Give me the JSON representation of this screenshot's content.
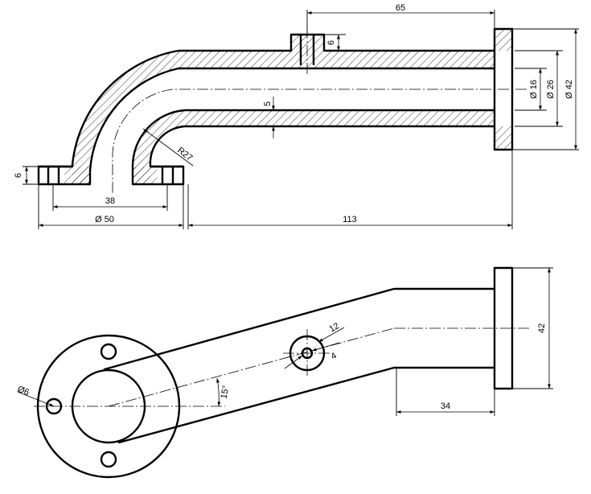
{
  "dimensions": {
    "top_length": "65",
    "boss_height": "6",
    "bore_diameter": "Ø 16",
    "pipe_outer_diameter": "Ø 26",
    "flange_diameter_right": "Ø 42",
    "wall_thickness": "5",
    "bend_radius": "R27",
    "flange_thickness": "6",
    "bolt_circle": "38",
    "flange_diameter_left": "Ø 50",
    "horizontal_length": "113",
    "hole_diameter": "Ø6",
    "boss_outer": "12",
    "boss_hole": "4",
    "angle": "15°",
    "flange_height_plan": "42",
    "straight_length": "34"
  },
  "colors": {
    "line": "#000000",
    "background": "#ffffff"
  }
}
